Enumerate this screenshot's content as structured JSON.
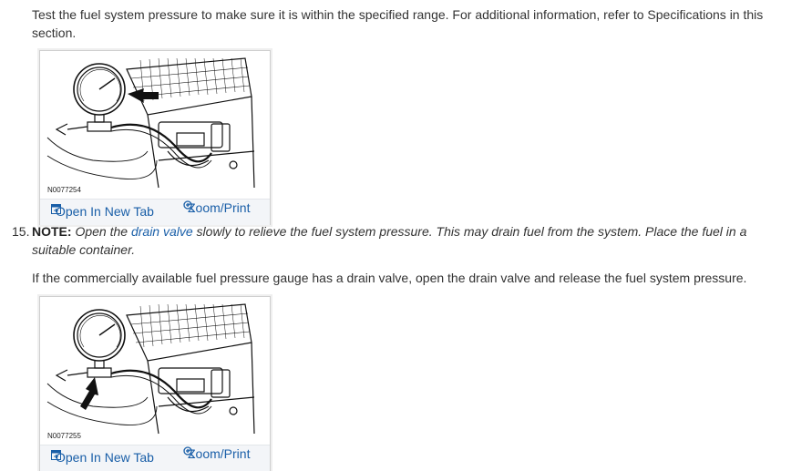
{
  "intro_text": "Test the fuel system pressure to make sure it is within the specified range. For additional information, refer to Specifications in this section.",
  "figure1": {
    "code": "N0077254",
    "open_label": "Open In New Tab",
    "zoom_label": "Zoom/Print"
  },
  "step15": {
    "number": "15.",
    "note_label": "NOTE:",
    "text_before_link": " Open the ",
    "link_text": "drain valve",
    "text_after_link": " slowly to relieve the fuel system pressure. This may drain fuel from the system. Place the fuel in a",
    "text_line2": "suitable container."
  },
  "step15_text": "If the commercially available fuel pressure gauge has a drain valve, open the drain valve and release the fuel system pressure.",
  "figure2": {
    "code": "N0077255",
    "open_label": "Open In New Tab",
    "zoom_label": "Zoom/Print"
  },
  "colors": {
    "link": "#1a5fa8",
    "text": "#333333",
    "action_bar": "#f3f5f8"
  }
}
